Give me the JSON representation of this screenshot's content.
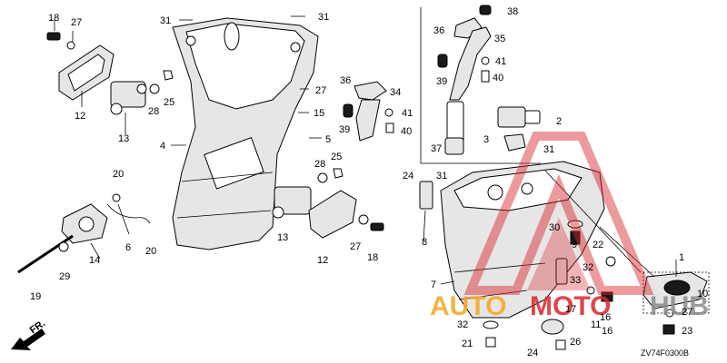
{
  "diagram": {
    "code": "ZV74F0300B",
    "front_marker": "FR.",
    "callouts": [
      "1",
      "2",
      "3",
      "4",
      "5",
      "6",
      "7",
      "8",
      "9",
      "10",
      "11",
      "12",
      "12",
      "13",
      "13",
      "14",
      "15",
      "16",
      "16",
      "17",
      "18",
      "18",
      "19",
      "20",
      "20",
      "21",
      "22",
      "23",
      "24",
      "24",
      "25",
      "25",
      "26",
      "27",
      "27",
      "27",
      "27",
      "28",
      "28",
      "29",
      "30",
      "31",
      "31",
      "31",
      "31",
      "32",
      "32",
      "33",
      "34",
      "35",
      "36",
      "36",
      "37",
      "38",
      "39",
      "39",
      "40",
      "40",
      "41",
      "41"
    ]
  },
  "watermark": {
    "text_part1": "AUTO",
    "text_part2": "MOTO",
    "text_part3": "HUB",
    "colors": {
      "orange": "#f5a623",
      "red": "#d9262c",
      "gray": "#8a8a8a"
    }
  }
}
